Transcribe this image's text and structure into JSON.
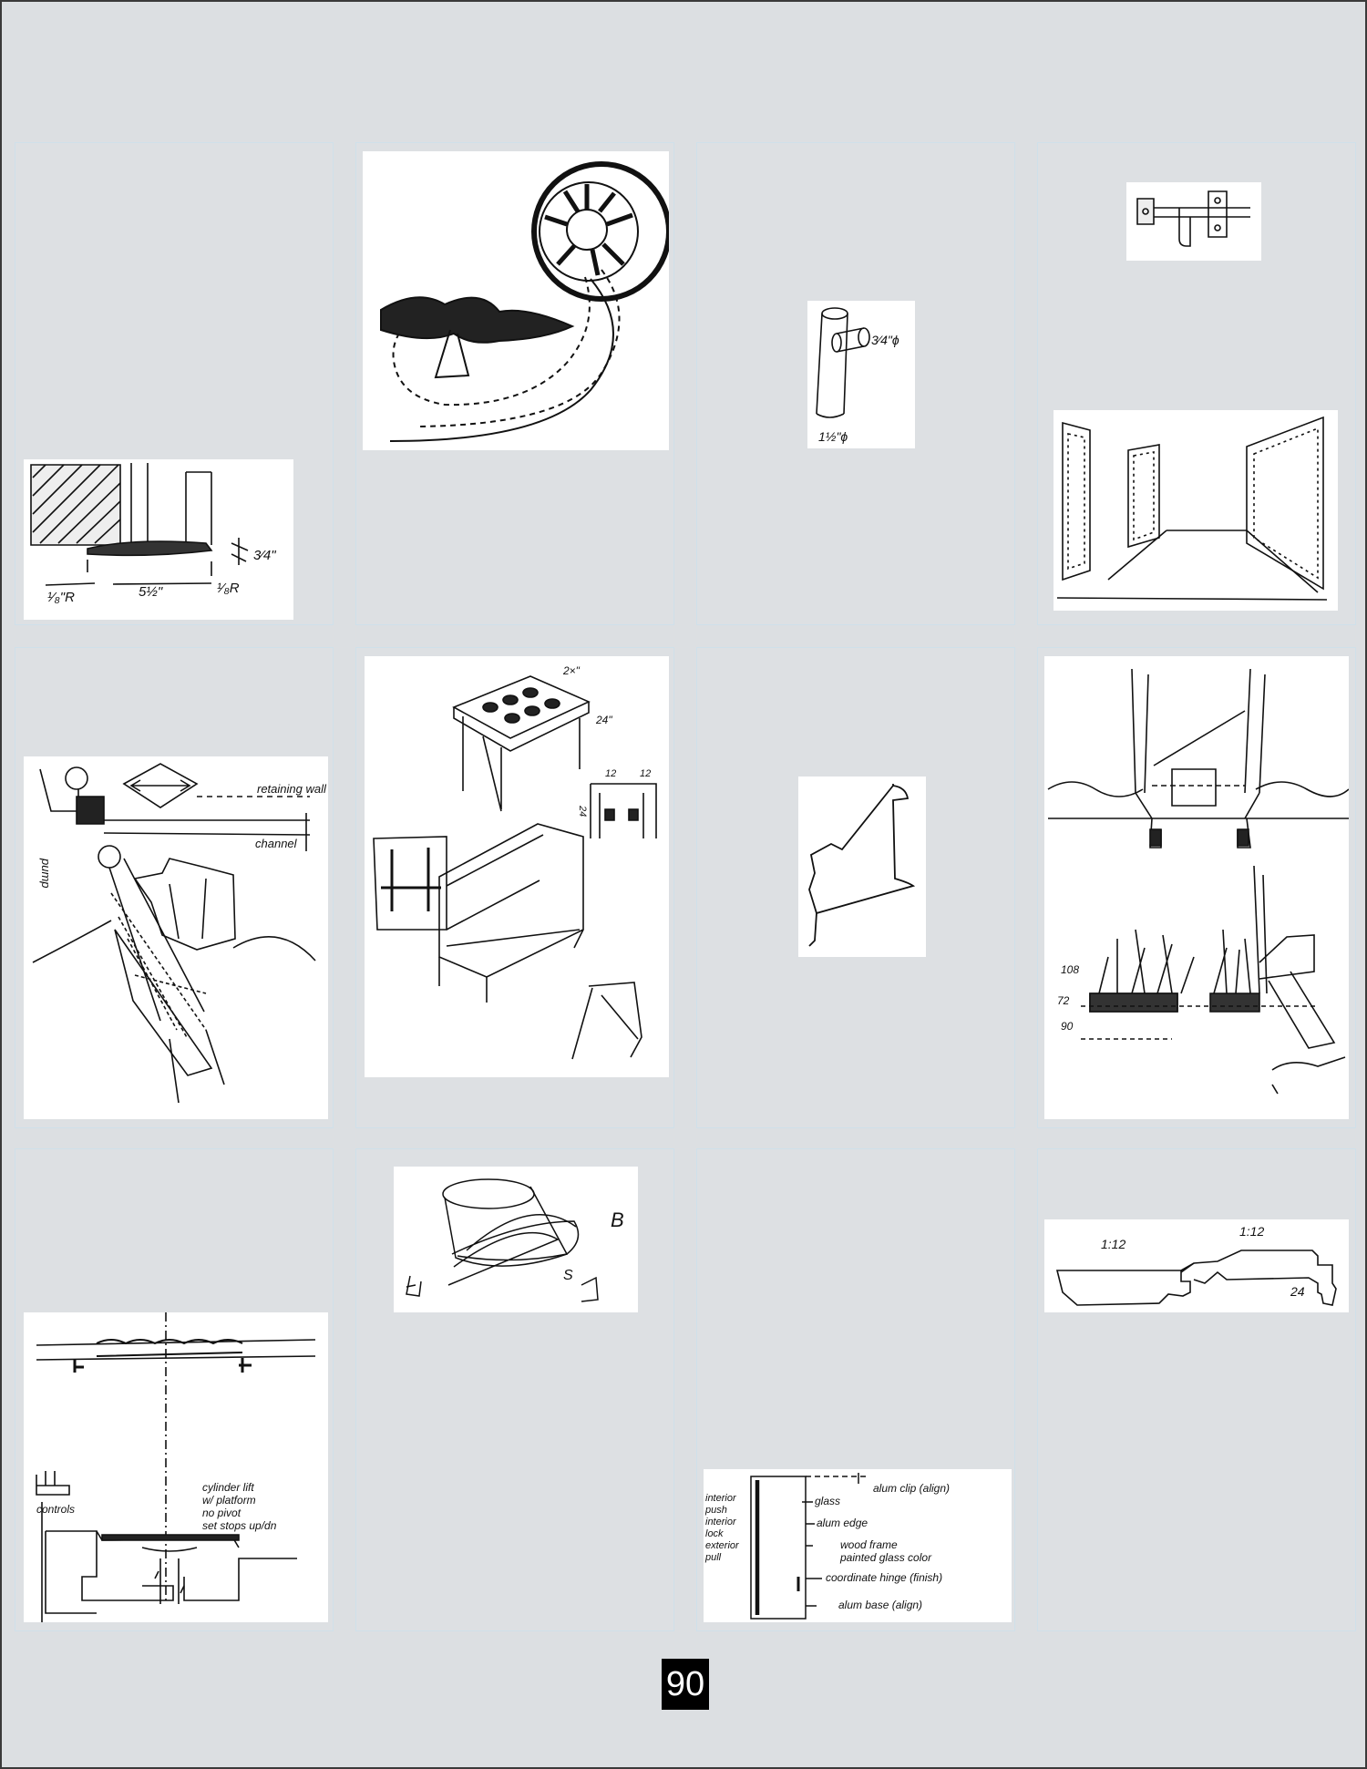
{
  "page": {
    "number": "90",
    "background": "#dcdfe2",
    "card_color": "#ffffff",
    "ink_color": "#111111"
  },
  "sketches": {
    "curb_detail": {
      "labels": [
        "¹⁄₈\"R",
        "5½\"",
        "¹⁄₈R",
        "3⁄4\""
      ]
    },
    "tree_island": {
      "labels": []
    },
    "tube": {
      "labels": [
        "3⁄4\"ϕ",
        "1½\"ϕ"
      ]
    },
    "latch": {
      "labels": []
    },
    "corridor": {
      "labels": []
    },
    "retaining_wall": {
      "labels": [
        "retaining wall",
        "channel",
        "pump"
      ]
    },
    "table": {
      "labels": [
        "2×\"",
        "24\"",
        "12",
        "12",
        "24"
      ]
    },
    "squiggle": {
      "labels": []
    },
    "grass_section": {
      "labels": [
        "108",
        "72",
        "90"
      ]
    },
    "lift_section": {
      "labels": [
        "controls",
        "cylinder lift",
        "w/ platform",
        "no pivot",
        "set stops up/dn"
      ]
    },
    "cone": {
      "labels": [
        "B",
        "S"
      ]
    },
    "door_detail": {
      "left_labels": [
        "interior",
        "push",
        "interior",
        "lock",
        "exterior",
        "pull"
      ],
      "right_labels": [
        "alum clip (align)",
        "glass",
        "alum edge",
        "wood frame",
        "painted glass color",
        "coordinate hinge (finish)",
        "alum base (align)"
      ]
    },
    "ramp": {
      "labels": [
        "1:12",
        "1:12",
        "24"
      ]
    }
  }
}
